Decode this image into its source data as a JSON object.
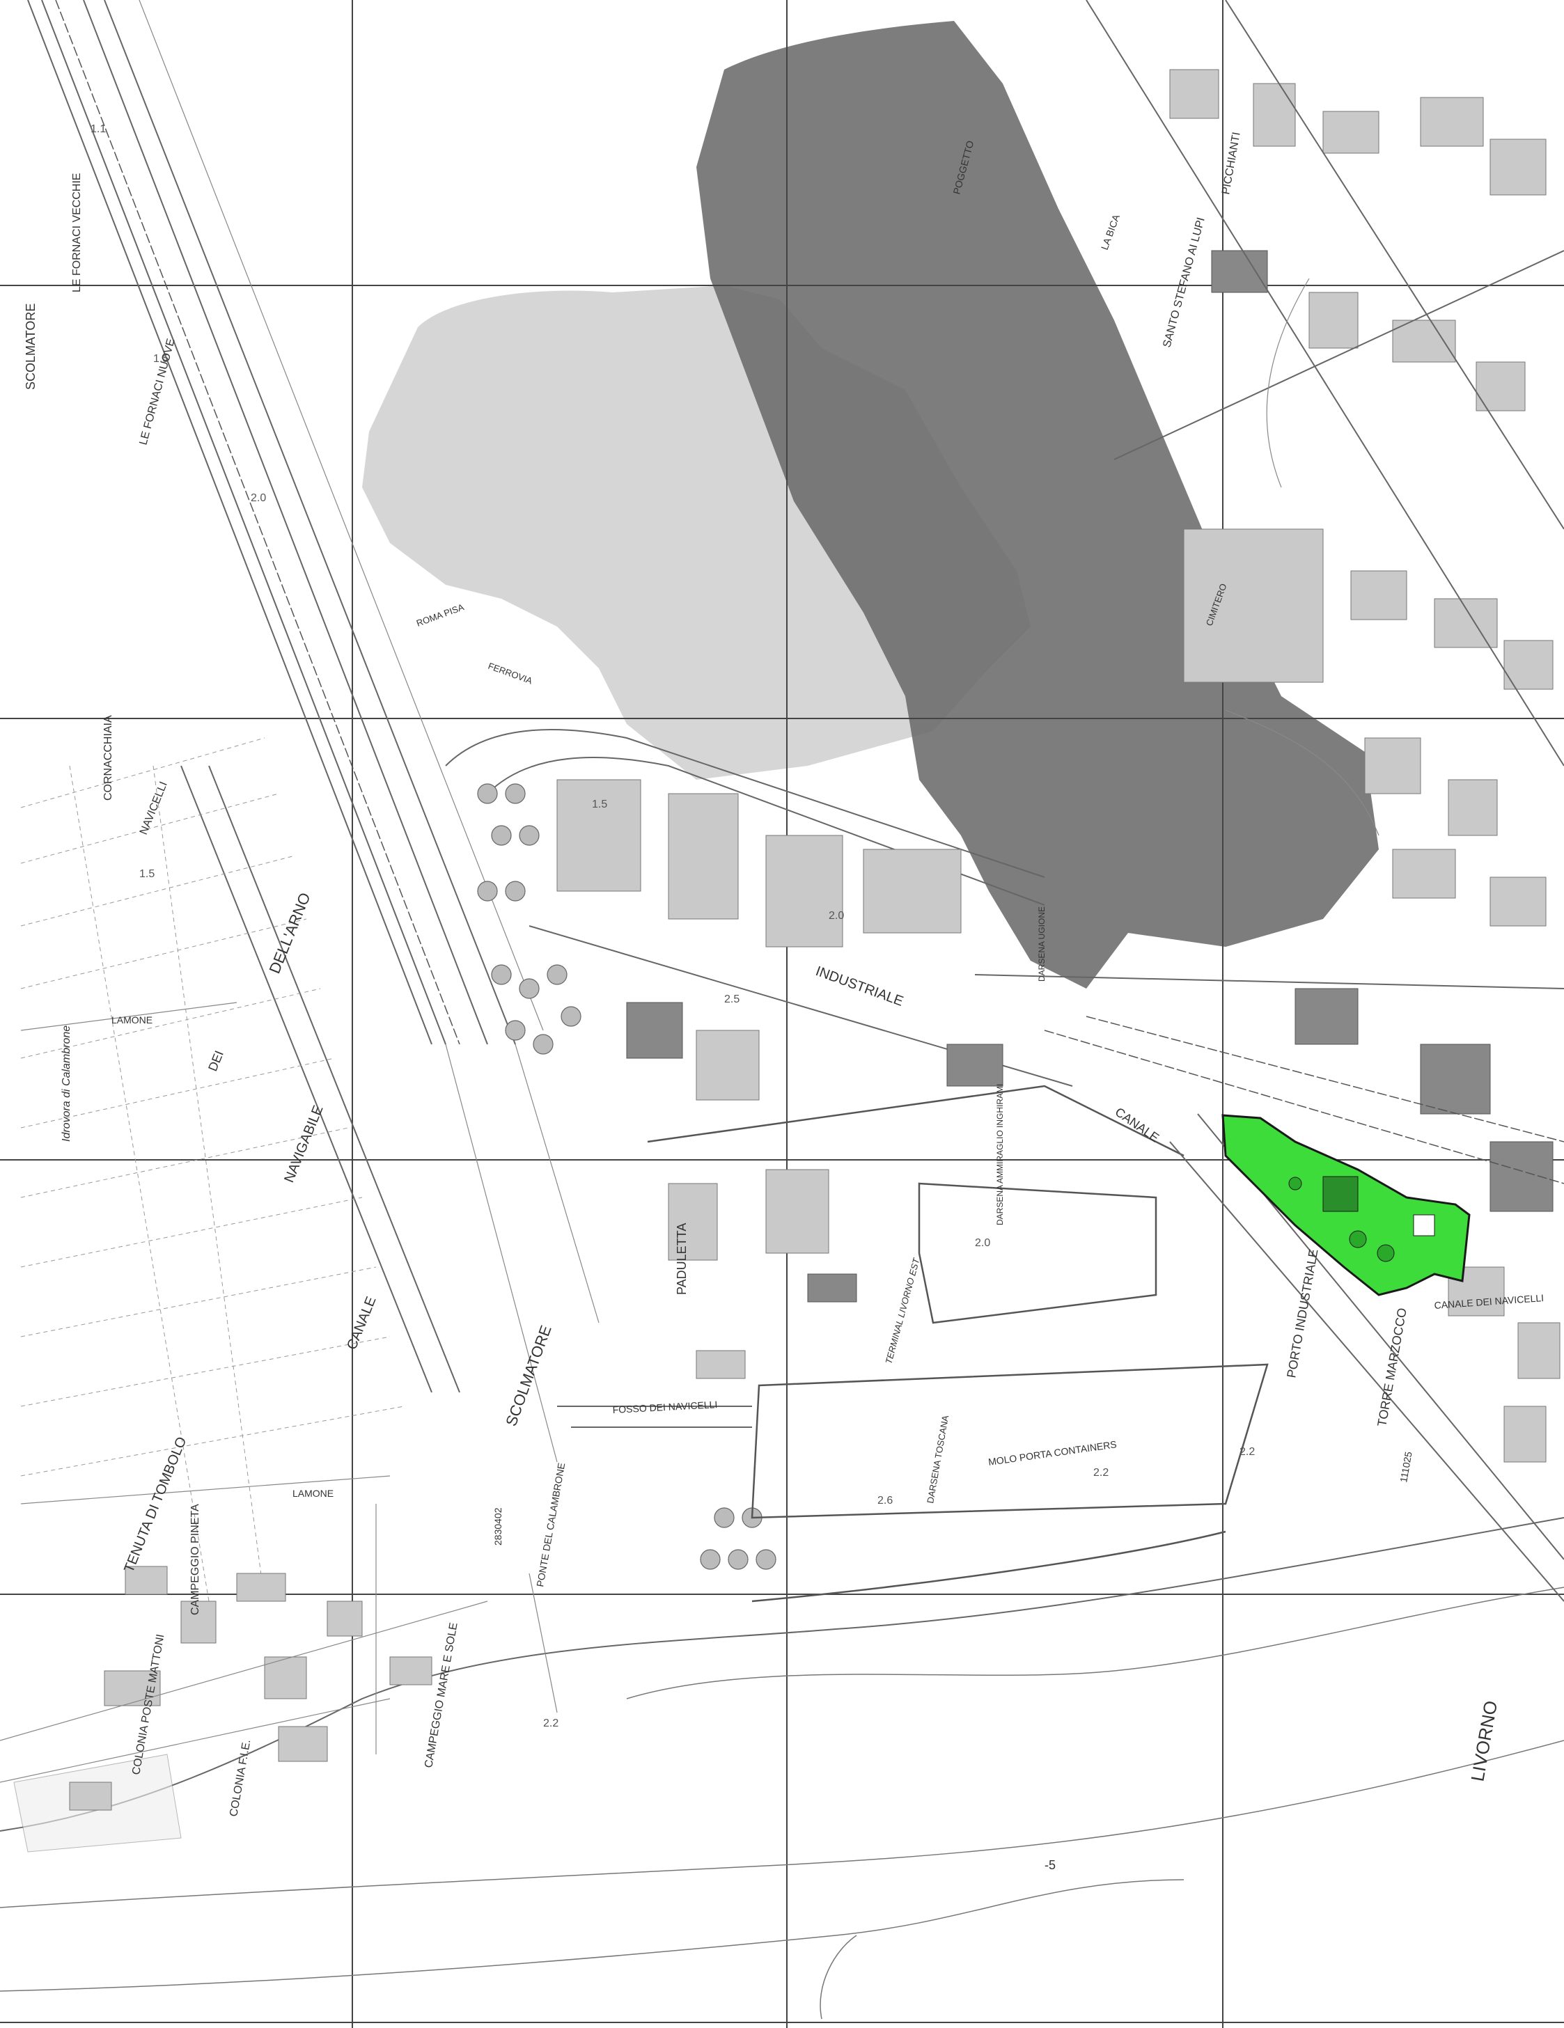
{
  "map": {
    "labels": {
      "scolmatore_top": "SCOLMATORE",
      "le_fornaci_vecchie": "LE FORNACI VECCHIE",
      "le_fornaci_nuove": "LE FORNACI NUOVE",
      "cornacchiaia": "CORNACCHIAIA",
      "navicelli_top": "NAVICELLI",
      "dell_arno": "DELL'ARNO",
      "dei": "DEI",
      "navigabile": "NAVIGABILE",
      "canale_left": "CANALE",
      "scolmatore_mid": "SCOLMATORE",
      "lamone_1": "LAMONE",
      "lamone_2": "LAMONE",
      "idrovora": "Idrovora di Calambrone",
      "tenuta_di_tombolo": "TENUTA DI TOMBOLO",
      "campeggio_pineta": "CAMPEGGIO PINETA",
      "campeggio_mare_e_sole": "CAMPEGGIO MARE E SOLE",
      "colonia_fie": "COLONIA F.I.E.",
      "colonia_poste": "COLONIA POSTE MATTONI",
      "ponte_del_calambrone": "PONTE DEL CALAMBRONE",
      "quota_283": "2830402",
      "paduletta": "PADULETTA",
      "industriale": "INDUSTRIALE",
      "canale_right": "CANALE",
      "darsena_ugione": "DARSENA UGIONE",
      "darsena_ingegnere": "DARSENA AMMIRAGLIO INGHIRAMI",
      "terminal_livorno_est": "TERMINAL LIVORNO EST",
      "darsena_toscana": "DARSENA TOSCANA",
      "molo_porta_containers": "MOLO PORTA CONTAINERS",
      "fosso_dei_navicelli": "FOSSO DEI NAVICELLI",
      "canale_dei_navicelli": "CANALE DEI NAVICELLI",
      "porto_industriale": "PORTO INDUSTRIALE",
      "torre_marzocco": "TORRE MARZOCCO",
      "quota_111": "111025",
      "livorno": "LIVORNO",
      "santo_stefano": "SANTO STEFANO AI LUPI",
      "picchianti": "PICCHIANTI",
      "poggetto": "POGGETTO",
      "la_bica": "LA BICA",
      "cimitero": "CIMITERO",
      "ferrovia": "FERROVIA",
      "roma_pisa": "ROMA PISA",
      "depth_5": "-5"
    },
    "colors": {
      "highlight_area": "#3ddc3a",
      "flood_dark": "#6b6b6b",
      "flood_light": "#cfcfcf",
      "linework": "#555555",
      "background": "#ffffff"
    }
  }
}
